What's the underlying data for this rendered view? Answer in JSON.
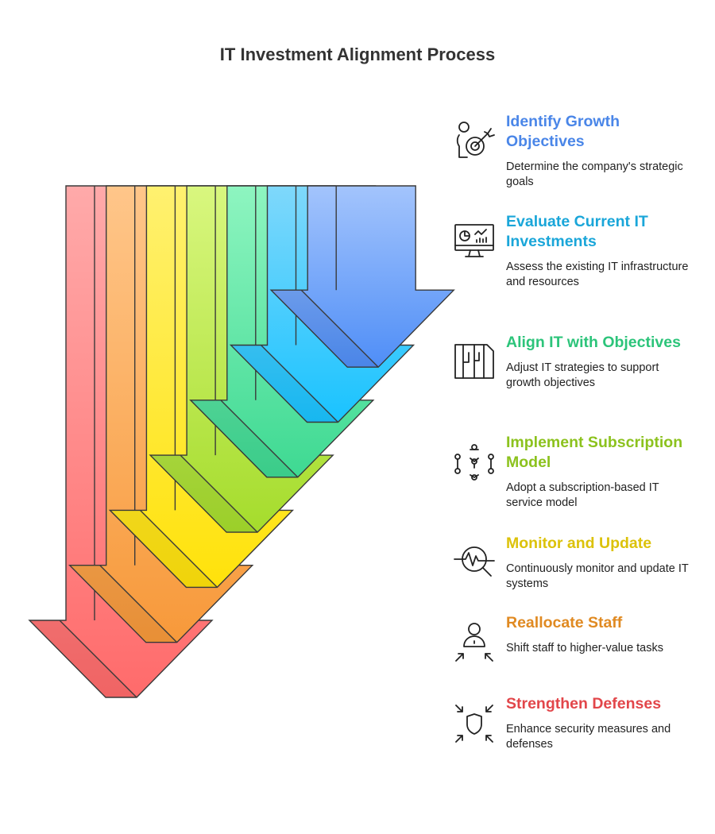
{
  "title": "IT Investment Alignment Process",
  "steps": [
    {
      "title": "Identify Growth Objectives",
      "description": "Determine the company's strategic goals",
      "icon": "person-target-icon",
      "color": "#4a86e8",
      "arrow_top": "#a3c4fc",
      "arrow_bottom": "#4f8ef7"
    },
    {
      "title": "Evaluate Current IT Investments",
      "description": "Assess the existing IT infrastructure and resources",
      "icon": "monitor-chart-icon",
      "color": "#1aa6d9",
      "arrow_top": "#7fd8fb",
      "arrow_bottom": "#19c3ff"
    },
    {
      "title": "Align IT with Objectives",
      "description": "Adjust IT strategies to support growth objectives",
      "icon": "aligned-columns-icon",
      "color": "#2cc47a",
      "arrow_top": "#8ef5c0",
      "arrow_bottom": "#3ed992"
    },
    {
      "title": "Implement Subscription Model",
      "description": "Adopt a subscription-based IT service model",
      "icon": "network-nodes-icon",
      "color": "#8cc21e",
      "arrow_top": "#d9f77f",
      "arrow_bottom": "#a5dc2c"
    },
    {
      "title": "Monitor and Update",
      "description": "Continuously monitor and update IT systems",
      "icon": "magnifier-pulse-icon",
      "color": "#dcc20a",
      "arrow_top": "#fff170",
      "arrow_bottom": "#ffe20a"
    },
    {
      "title": "Reallocate Staff",
      "description": "Shift staff to higher-value tasks",
      "icon": "person-arrows-icon",
      "color": "#e08a22",
      "arrow_top": "#ffc68a",
      "arrow_bottom": "#f7993a"
    },
    {
      "title": "Strengthen Defenses",
      "description": "Enhance security measures and defenses",
      "icon": "shield-arrows-icon",
      "color": "#e2464a",
      "arrow_top": "#ffaaaa",
      "arrow_bottom": "#ff6b6b"
    }
  ]
}
